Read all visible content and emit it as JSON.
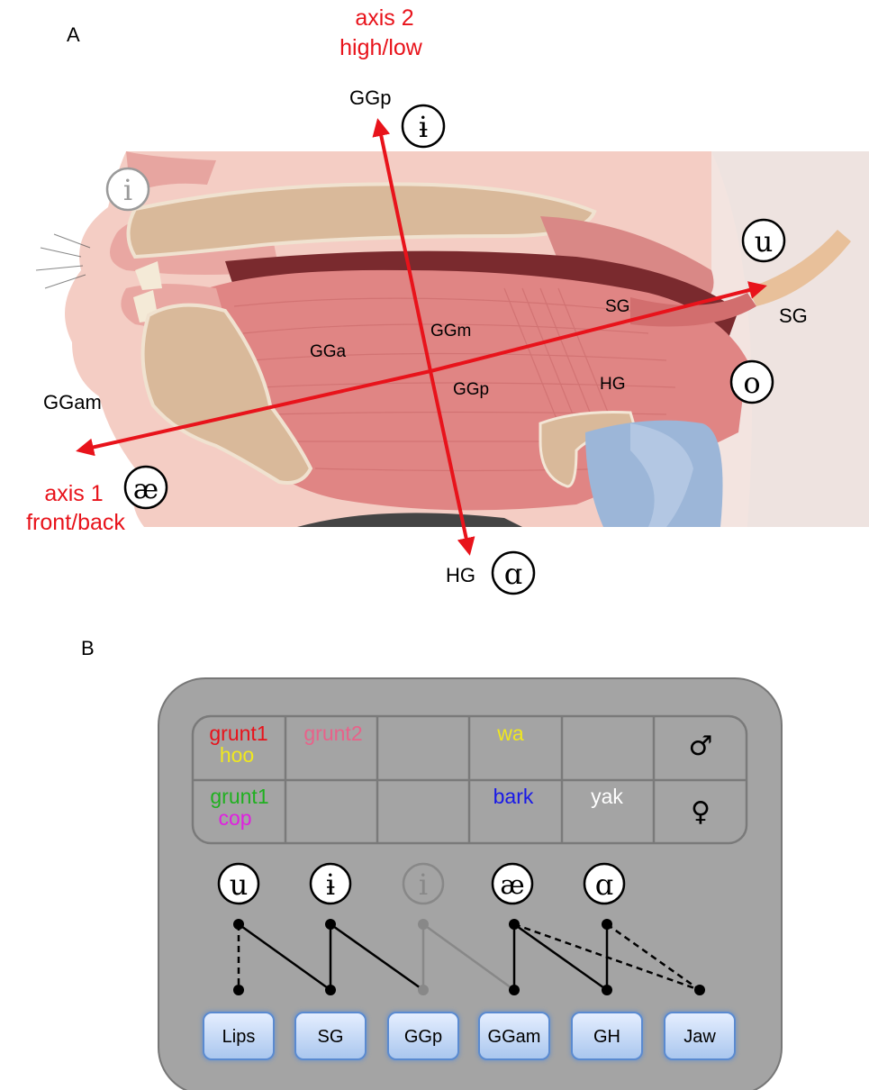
{
  "panel_a": {
    "panel_label": "A",
    "axis2_line1": "axis 2",
    "axis2_line2": "high/low",
    "axis1_line1": "axis 1",
    "axis1_line2": "front/back",
    "muscle_labels": {
      "ggp_top": "GGp",
      "sg_right": "SG",
      "ggam_left": "GGam",
      "hg_bottom": "HG",
      "gga": "GGa",
      "ggm": "GGm",
      "ggp_mid": "GGp",
      "sg_mid": "SG",
      "hg_mid": "HG"
    },
    "vowels": {
      "i_front": "i",
      "i_barred": "ɨ",
      "u": "u",
      "o": "o",
      "ae": "æ",
      "a_low": "ɑ"
    }
  },
  "panel_b": {
    "panel_label": "B",
    "grid": [
      [
        "grunt1",
        "hoo",
        "grunt2",
        "",
        "wa",
        "",
        "♂"
      ],
      [
        "grunt1",
        "cop",
        "",
        "",
        "bark",
        "yak",
        "♀"
      ]
    ],
    "cells": {
      "r1c1_a": "grunt1",
      "r1c1_b": "hoo",
      "r1c2": "grunt2",
      "r1c4": "wa",
      "r1_sex": "♂",
      "r2c1_a": "grunt1",
      "r2c1_b": "cop",
      "r2c4": "bark",
      "r2c5": "yak",
      "r2_sex": "♀"
    },
    "vowels": [
      "u",
      "ɨ",
      "i",
      "æ",
      "ɑ"
    ],
    "buttons": [
      "Lips",
      "SG",
      "GGp",
      "GGam",
      "GH",
      "Jaw"
    ]
  },
  "colors": {
    "arrow_red": "#e8131b",
    "text_red": "#e8131b",
    "grunt1_red": "#e8131b",
    "hoo_yellow": "#f0e81e",
    "grunt2_pink": "#e8628a",
    "wa_yellow": "#f0e81e",
    "grunt1_green": "#20b020",
    "cop_magenta": "#e020e0",
    "bark_blue": "#1818e8",
    "yak_white": "#ffffff",
    "panel_gray": "#a4a4a4",
    "button_fill": "#c9dcf5",
    "button_border": "#5a8ad0"
  }
}
